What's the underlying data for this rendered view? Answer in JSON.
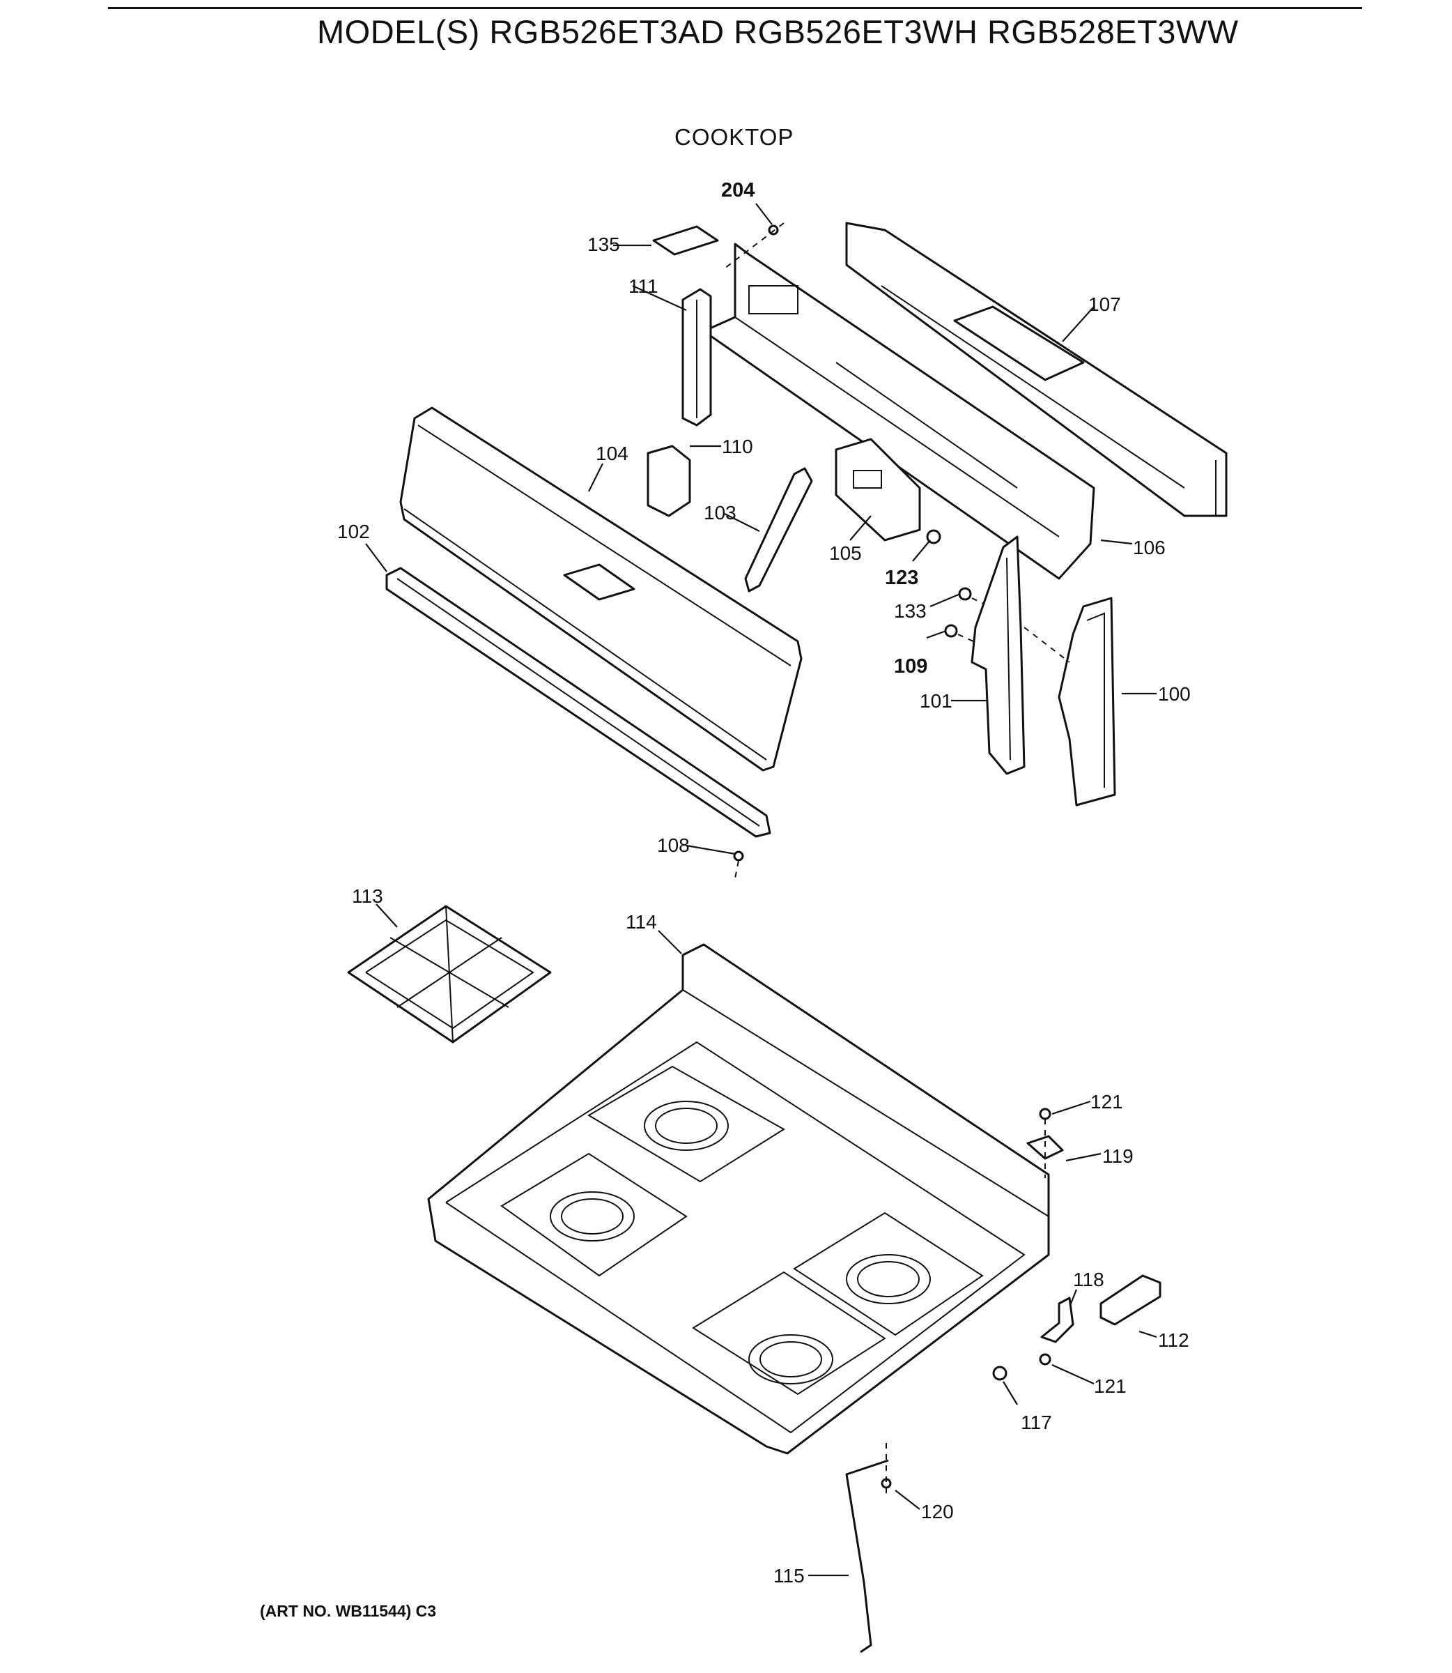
{
  "header": {
    "model_title": "MODEL(S) RGB526ET3AD  RGB526ET3WH  RGB528ET3WW",
    "section_title": "COOKTOP"
  },
  "footer": {
    "art_no": "(ART NO. WB11544) C3"
  },
  "callouts": {
    "p100": "100",
    "p101": "101",
    "p102": "102",
    "p103": "103",
    "p104": "104",
    "p105": "105",
    "p106": "106",
    "p107": "107",
    "p108": "108",
    "p109": "109",
    "p110": "110",
    "p111": "111",
    "p112": "112",
    "p113": "113",
    "p114": "114",
    "p115": "115",
    "p117": "117",
    "p118": "118",
    "p119": "119",
    "p120": "120",
    "p121": "121",
    "p123": "123",
    "p133": "133",
    "p135": "135",
    "p204": "204"
  }
}
